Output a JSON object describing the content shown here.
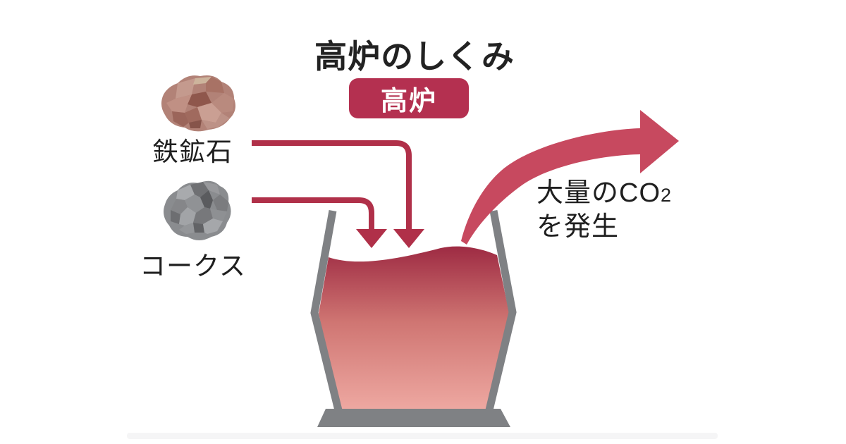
{
  "title": "高炉のしくみ",
  "badge": {
    "label": "高炉"
  },
  "inputs": {
    "iron_ore": {
      "label": "鉄鉱石"
    },
    "coke": {
      "label": "コークス"
    }
  },
  "co2": {
    "line1_main": "大量のCO",
    "line1_sub": "2",
    "line2": "を発生"
  },
  "colors": {
    "background": "#ffffff",
    "title_text": "#222222",
    "crimson": "#b03049",
    "badge_fill": "#b43050",
    "badge_text": "#ffffff",
    "co2_swoosh": "#c7495f",
    "furnace_gray": "#7f8184",
    "molten_top": "#9e2b43",
    "molten_mid": "#cf7572",
    "molten_bottom": "#efaaa3",
    "shadow_strip": "#f5f5f6"
  },
  "icon_palettes": {
    "iron_ore_rock": [
      "#b28277",
      "#c49a8e",
      "#cdb49c",
      "#a87265",
      "#8f574c",
      "#c09084",
      "#b98a7e",
      "#a06a5e",
      "#ca9f93",
      "#9b655a",
      "#86544a",
      "#bd9287"
    ],
    "coke_rock": [
      "#8a8c8f",
      "#a8aaad",
      "#6f7073",
      "#98999c",
      "#7b7c7f",
      "#909295",
      "#5a5b5e",
      "#858689",
      "#6d6e71",
      "#a2a4a7",
      "#77787b",
      "#8e9093",
      "#949699",
      "#626366",
      "#a5a7aa"
    ]
  }
}
